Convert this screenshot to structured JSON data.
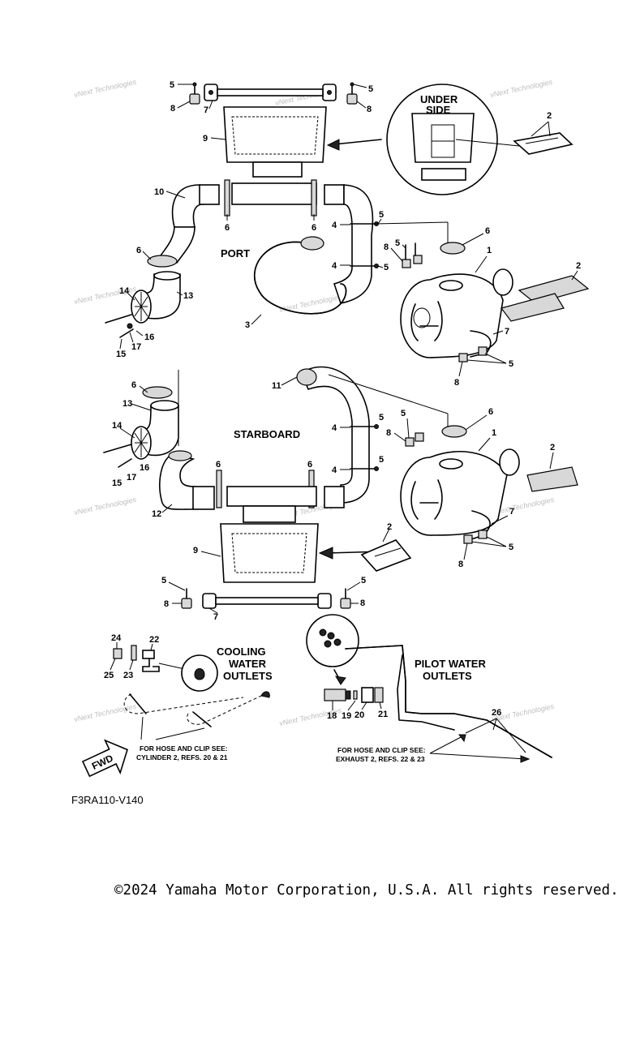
{
  "sections": {
    "port": "PORT",
    "starboard": "STARBOARD",
    "underside": [
      "UNDER",
      "SIDE"
    ],
    "cooling": [
      "COOLING",
      "WATER",
      "OUTLETS"
    ],
    "pilot": [
      "PILOT WATER",
      "OUTLETS"
    ]
  },
  "notes": {
    "left": [
      "FOR HOSE AND CLIP SEE:",
      "CYLINDER 2, REFS. 20 & 21"
    ],
    "right": [
      "FOR HOSE AND CLIP SEE:",
      "EXHAUST 2, REFS. 22 & 23"
    ]
  },
  "fwd_label": "FWD",
  "watermark": [
    "vNext Technologies",
    "vNext Technologies"
  ],
  "diagram_code": "F3RA110-V140",
  "copyright": "©2024 Yamaha Motor Corporation, U.S.A. All rights reserved.",
  "callouts": {
    "c5a": "5",
    "c8a": "8",
    "c7a": "7",
    "c5b": "5",
    "c8b": "8",
    "c9a": "9",
    "c2a": "2",
    "c10": "10",
    "c6a": "6",
    "c6b": "6",
    "c5c": "5",
    "c4a": "4",
    "c6c": "6",
    "c1a": "1",
    "c8c": "8",
    "c5d": "5",
    "c6d": "6",
    "c4b": "4",
    "c5e": "5",
    "c2b": "2",
    "c14a": "14",
    "c13a": "13",
    "c3": "3",
    "c16a": "16",
    "c17a": "17",
    "c15a": "15",
    "c7b": "7",
    "c5f": "5",
    "c8d": "8",
    "c6e": "6",
    "c11": "11",
    "c13b": "13",
    "c5g": "5",
    "c4c": "4",
    "c5h": "5",
    "c8e": "8",
    "c6f": "6",
    "c1b": "1",
    "c14b": "14",
    "c2c": "2",
    "c16b": "16",
    "c17b": "17",
    "c15b": "15",
    "c6g": "6",
    "c6h": "6",
    "c4d": "4",
    "c5i": "5",
    "c12": "12",
    "c2d": "2",
    "c7c": "7",
    "c5j": "5",
    "c8f": "8",
    "c9b": "9",
    "c5k": "5",
    "c8g": "8",
    "c7d": "7",
    "c5l": "5",
    "c8h": "8",
    "c24": "24",
    "c22": "22",
    "c25": "25",
    "c23": "23",
    "c18": "18",
    "c19": "19",
    "c20": "20",
    "c21": "21",
    "c26": "26"
  }
}
